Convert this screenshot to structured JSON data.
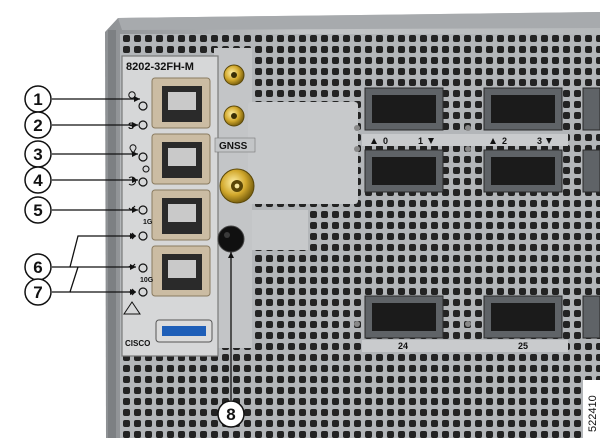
{
  "model_label": "8202-32FH-M",
  "gnss_label": "GNSS",
  "port_speed_labels": {
    "one_g": "1G",
    "ten_g": "10G"
  },
  "port_numbers": {
    "p0": "0",
    "p1": "1",
    "p2": "2",
    "p3": "3",
    "p24": "24",
    "p25": "25"
  },
  "brand": "CISCO",
  "figure_id": "522410",
  "callouts": [
    {
      "id": "1"
    },
    {
      "id": "2"
    },
    {
      "id": "3"
    },
    {
      "id": "4"
    },
    {
      "id": "5"
    },
    {
      "id": "6"
    },
    {
      "id": "7"
    },
    {
      "id": "8"
    }
  ],
  "colors": {
    "chassis": "#b9bcbf",
    "panel": "#d2d4d6",
    "hole": "#222222",
    "port_body": "#cdbfa6",
    "usb_blue": "#1f5fb8",
    "gold": "#c9a227",
    "callout_line": "#111111"
  }
}
